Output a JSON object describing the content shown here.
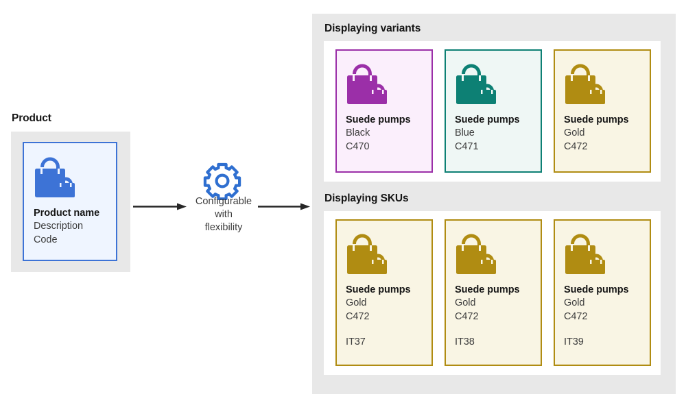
{
  "product": {
    "heading": "Product",
    "card": {
      "icon": "shopping-bags-icon",
      "name": "Product name",
      "description": "Description",
      "code": "Code",
      "border_color": "#3d73d6",
      "fill_color": "#eff5ff",
      "icon_color": "#3d73d6"
    },
    "backdrop_color": "#e8e8e8"
  },
  "flow": {
    "icon": "gear-icon",
    "icon_color": "#2f6fd0",
    "label_line1": "Configurable",
    "label_line2": "with",
    "label_line3": "flexibility",
    "arrow_color": "#262626"
  },
  "panel": {
    "background_color": "#e8e8e8",
    "groups": [
      {
        "heading": "Displaying variants",
        "cards": [
          {
            "icon": "shopping-bags-icon",
            "name": "Suede pumps",
            "color_label": "Black",
            "code": "C470",
            "sku": null,
            "border_color": "#9b2fa8",
            "fill_color": "#fbeffc",
            "icon_color": "#9b2fa8"
          },
          {
            "icon": "shopping-bags-icon",
            "name": "Suede pumps",
            "color_label": "Blue",
            "code": "C471",
            "sku": null,
            "border_color": "#0d8074",
            "fill_color": "#eff7f5",
            "icon_color": "#0d8074"
          },
          {
            "icon": "shopping-bags-icon",
            "name": "Suede pumps",
            "color_label": "Gold",
            "code": "C472",
            "sku": null,
            "border_color": "#b08c12",
            "fill_color": "#f9f5e4",
            "icon_color": "#b08c12"
          }
        ]
      },
      {
        "heading": "Displaying SKUs",
        "cards": [
          {
            "icon": "shopping-bags-icon",
            "name": "Suede pumps",
            "color_label": "Gold",
            "code": "C472",
            "sku": "IT37",
            "border_color": "#b08c12",
            "fill_color": "#f9f5e4",
            "icon_color": "#b08c12"
          },
          {
            "icon": "shopping-bags-icon",
            "name": "Suede pumps",
            "color_label": "Gold",
            "code": "C472",
            "sku": "IT38",
            "border_color": "#b08c12",
            "fill_color": "#f9f5e4",
            "icon_color": "#b08c12"
          },
          {
            "icon": "shopping-bags-icon",
            "name": "Suede pumps",
            "color_label": "Gold",
            "code": "C472",
            "sku": "IT39",
            "border_color": "#b08c12",
            "fill_color": "#f9f5e4",
            "icon_color": "#b08c12"
          }
        ]
      }
    ]
  }
}
